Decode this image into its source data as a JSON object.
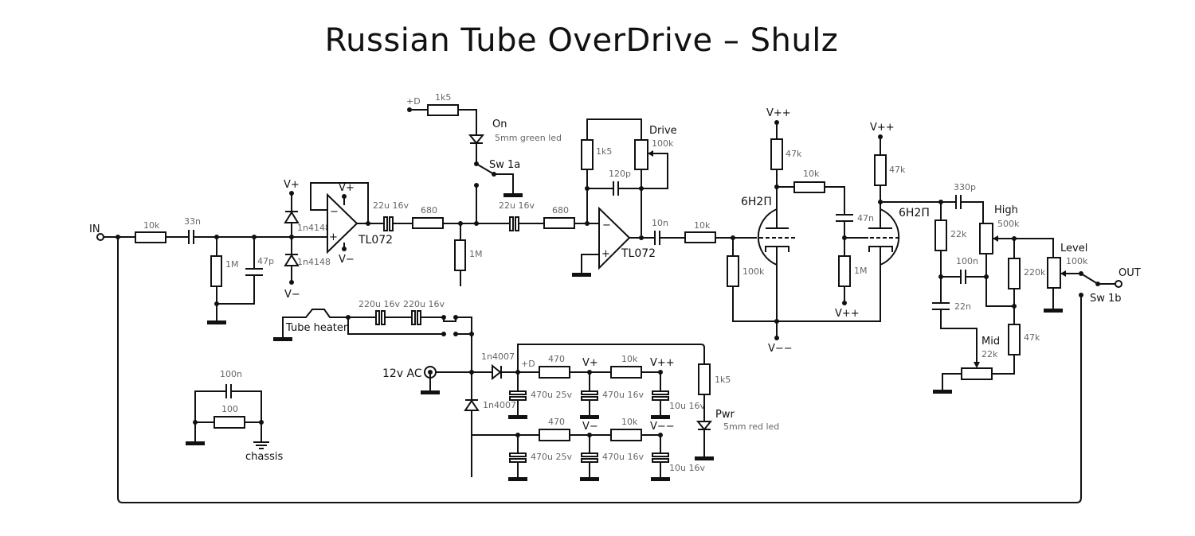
{
  "title": "Russian Tube OverDrive – Shulz",
  "io": {
    "in": "IN",
    "out": "OUT",
    "ac_input": "12v AC",
    "chassis": "chassis",
    "tube_heater": "Tube heater"
  },
  "rails": {
    "vplus": "V+",
    "vminus": "V−",
    "vpp": "V++",
    "vmm": "V−−",
    "plus_d": "+D"
  },
  "input_stage": {
    "r_in": "10k",
    "c_in": "33n",
    "r_bias": "1M",
    "c_filter": "47p",
    "diode_top": "1n4148",
    "diode_bottom": "1n4148",
    "opamp": "TL072"
  },
  "coupling": {
    "c1": "22u 16v",
    "r1": "680",
    "r_bias2": "1M",
    "c2": "22u 16v",
    "r2": "680"
  },
  "drive_stage": {
    "r_fb": "1k5",
    "pot_label": "Drive",
    "pot_value": "100k",
    "c_fb": "120p",
    "opamp": "TL072",
    "c_out": "10n"
  },
  "led_on": {
    "resistor": "1k5",
    "label": "On",
    "desc": "5mm green led",
    "switch": "Sw 1a"
  },
  "tube_stage": {
    "r_grid": "10k",
    "r_grid_leak": "100k",
    "r_plate1": "47k",
    "r_couple": "10k",
    "c_couple": "47n",
    "r_grid2": "1M",
    "r_plate2": "47k",
    "tube1": "6Н2П",
    "tube2": "6Н2П"
  },
  "tone_stack": {
    "c_high": "330p",
    "r_22k": "22k",
    "high_label": "High",
    "high_value": "500k",
    "c_100n": "100n",
    "r_220k": "220k",
    "c_22n": "22n",
    "mid_label": "Mid",
    "mid_value": "22k",
    "r_47k": "47k",
    "level_label": "Level",
    "level_value": "100k",
    "switch": "Sw 1b"
  },
  "heater": {
    "c1": "220u 16v",
    "c2": "220u 16v"
  },
  "power": {
    "d1": "1n4007",
    "d2": "1n4007",
    "r1": "470",
    "r2": "10k",
    "r3": "470",
    "r4": "10k",
    "c1": "470u 25v",
    "c2": "470u 16v",
    "c3": "10u 16v",
    "c4": "470u 25v",
    "c5": "470u 16v",
    "c6": "10u 16v",
    "r_led": "1k5",
    "led_label": "Pwr",
    "led_desc": "5mm red led"
  },
  "ground_link": {
    "c": "100n",
    "r": "100"
  }
}
